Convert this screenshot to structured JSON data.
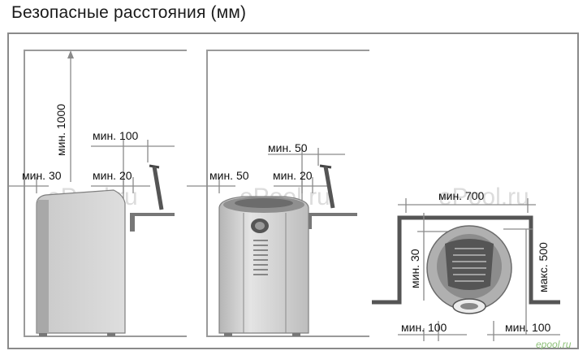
{
  "title": "Безопасные расстояния (мм)",
  "watermark": "ePool.ru",
  "footer_logo": "epool.ru",
  "colors": {
    "frame": "#8a8a8a",
    "wall": "#9a9a9a",
    "heater_body": "#d8d8d8",
    "heater_shade": "#a8a8a8",
    "dimension": "#8a8a8a",
    "text": "#111111",
    "watermark": "#dcdcdc"
  },
  "views": [
    {
      "id": "side",
      "labels": {
        "top": "мин. 1000",
        "left": "мин. 30",
        "front": "мин. 20",
        "rail": "мин. 100"
      }
    },
    {
      "id": "front",
      "labels": {
        "left": "мин. 50",
        "front": "мин. 20",
        "rail": "мин. 50"
      }
    },
    {
      "id": "plan",
      "labels": {
        "width": "мин. 700",
        "depth_left": "мин. 30",
        "depth_right": "макс. 500",
        "bottom_left": "мин. 100",
        "bottom_right": "мин. 100"
      }
    }
  ]
}
